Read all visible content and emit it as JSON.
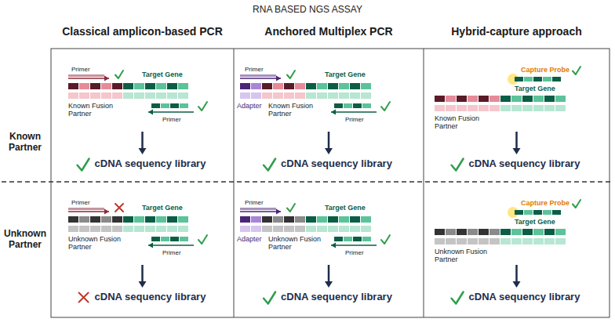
{
  "diagram": {
    "title": "RNA BASED NGS ASSAY",
    "nodes": [
      {
        "text": [
          "Primer",
          "Target Gene",
          "Known Fusion Partner",
          "Primer",
          "cDNA sequency library"
        ]
      },
      {
        "text": [
          "Primer",
          "Target Gene",
          "Adapter",
          "Known Fusion Partner",
          "Primer",
          "cDNA sequency library"
        ]
      },
      {
        "text": [
          "Capture Probe",
          "Target Gene",
          "Known Fusion Partner",
          "cDNA sequency library"
        ]
      },
      {
        "text": [
          "Primer",
          "Target Gene",
          "Unknown Fusion Partner",
          "Primer",
          "cDNA sequency library"
        ]
      },
      {
        "text": [
          "Primer",
          "Target Gene",
          "Adapter",
          "Unknown Fusion Partner",
          "Primer",
          "cDNA sequency library"
        ]
      },
      {
        "text": [
          "Capture Probe",
          "Target Gene",
          "Unknown Fusion Partner",
          "cDNA sequency library"
        ]
      }
    ],
    "labels": [
      "Classical amplicon-based PCR",
      "Anchored Multiplex PCR",
      "Hybrid-capture approach",
      "Known Partner",
      "Unknown Partner"
    ]
  }
}
